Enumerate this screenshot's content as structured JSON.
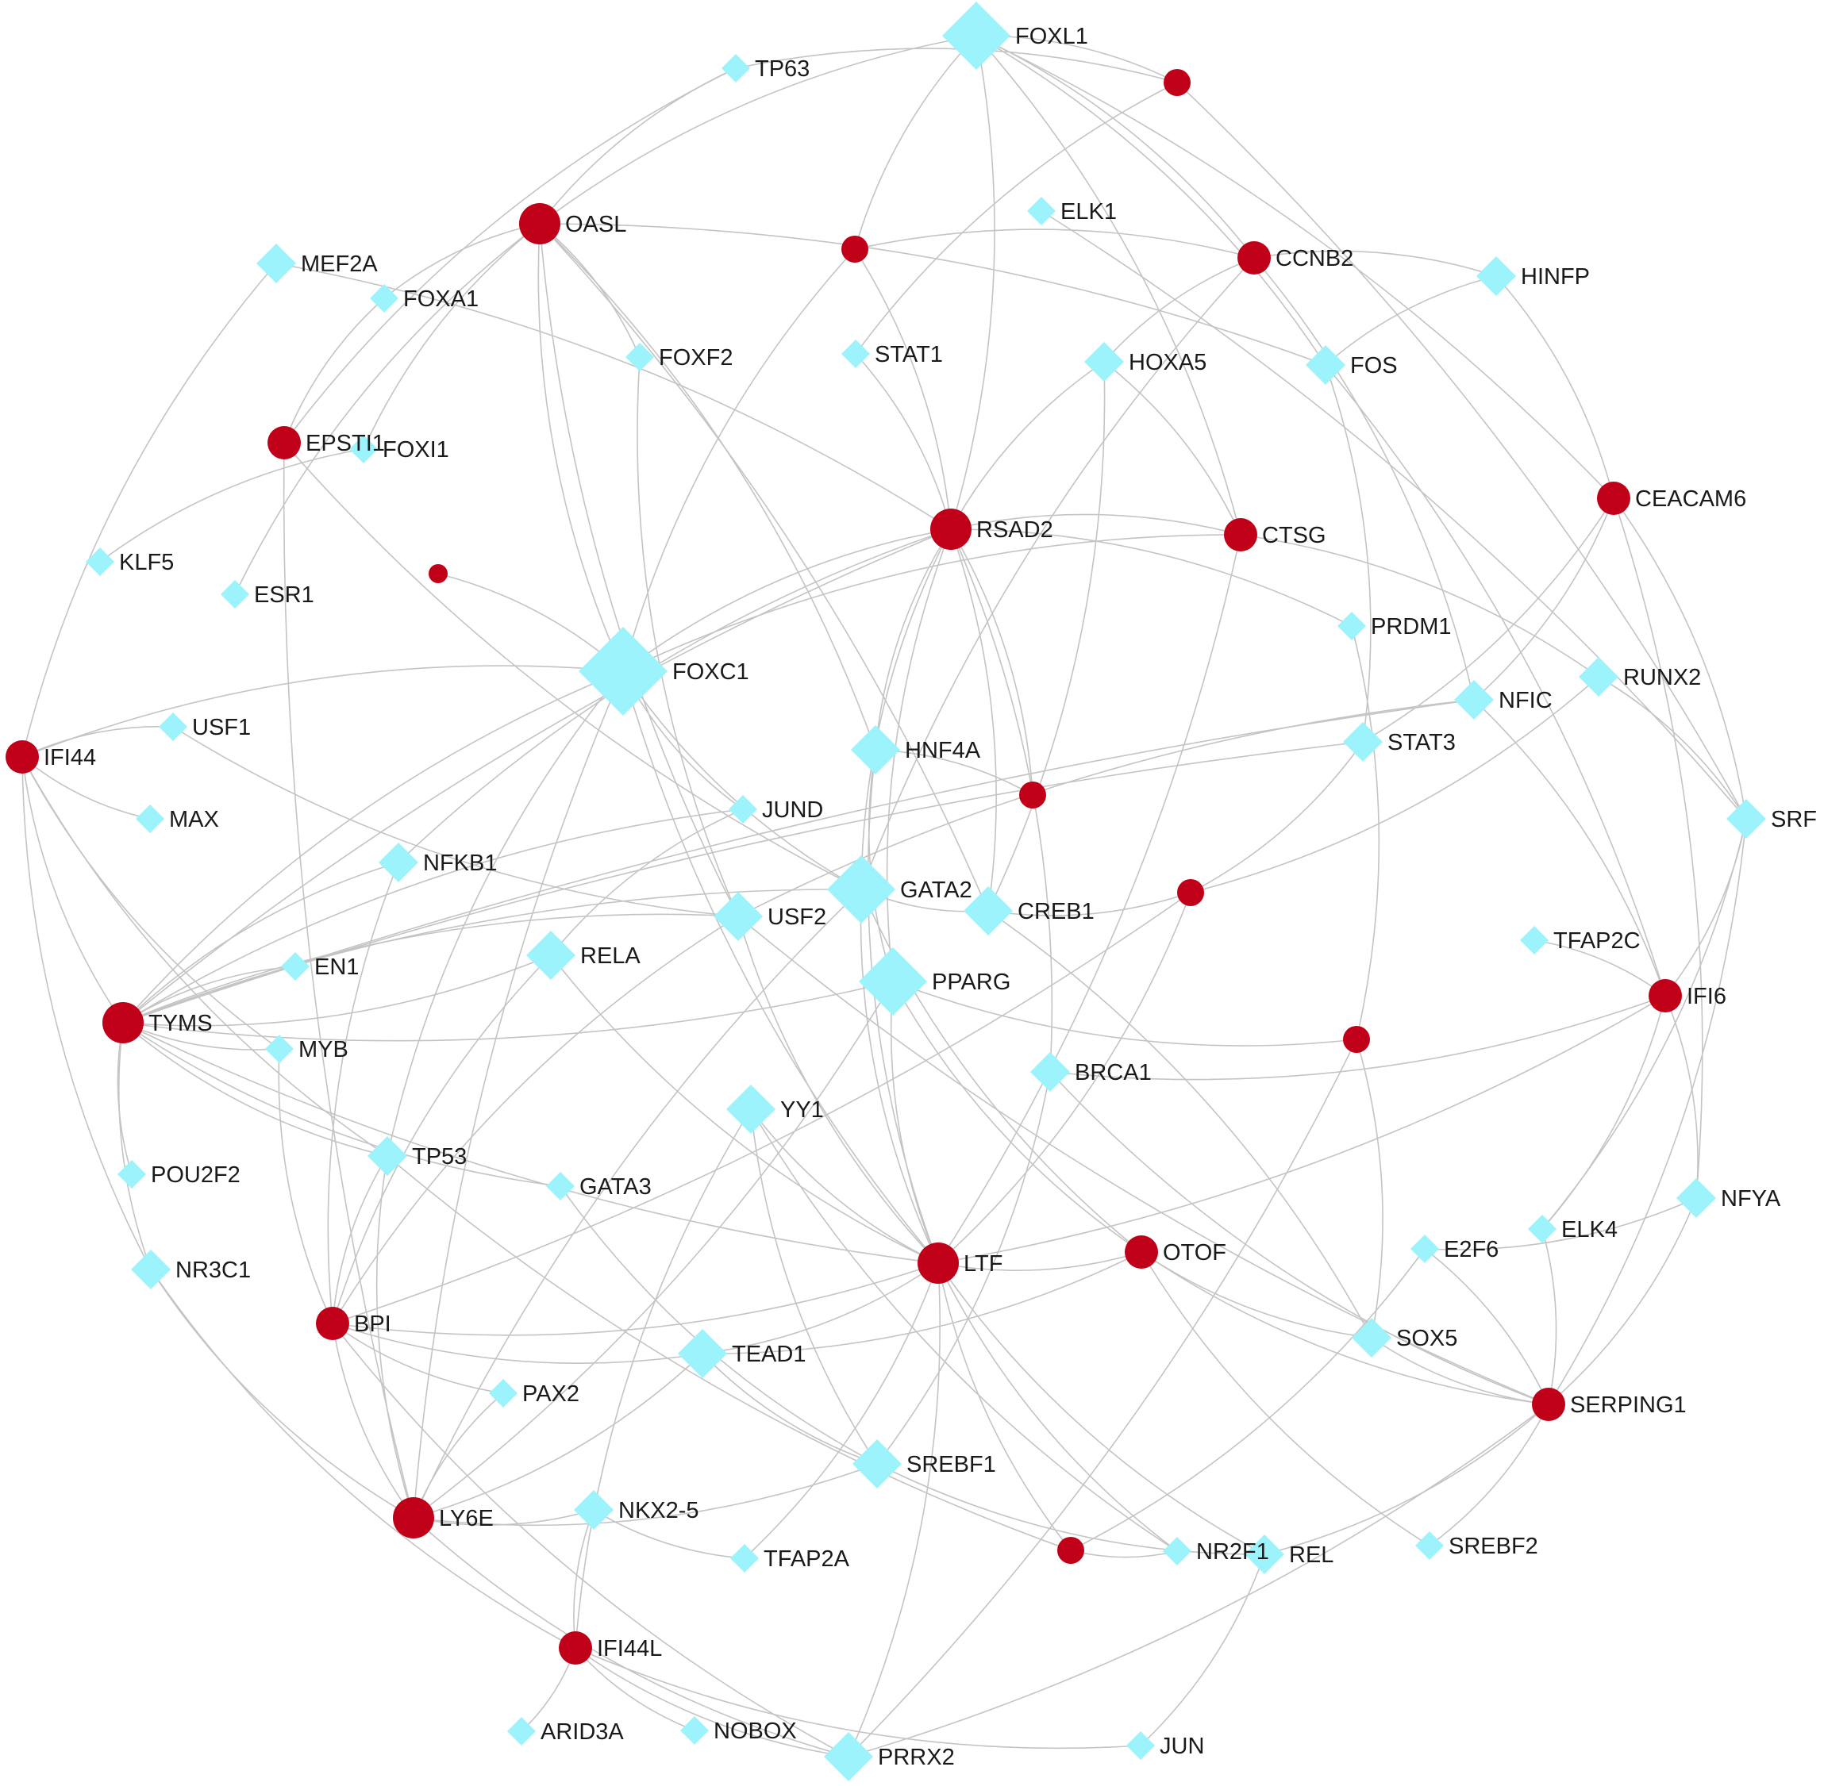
{
  "colors": {
    "gene": "#c00018",
    "tf": "#9cf3fb",
    "edge": "#c4c4c4"
  },
  "nodes": [
    {
      "id": "FOXL1",
      "type": "tf",
      "size": "xl",
      "label": "FOXL1"
    },
    {
      "id": "TP63",
      "type": "tf",
      "size": "s",
      "label": "TP63"
    },
    {
      "id": "g_top",
      "type": "gene",
      "size": "s",
      "label": ""
    },
    {
      "id": "OASL",
      "type": "gene",
      "size": "l",
      "label": "OASL"
    },
    {
      "id": "ELK1",
      "type": "tf",
      "size": "s",
      "label": "ELK1"
    },
    {
      "id": "MEF2A",
      "type": "tf",
      "size": "m",
      "label": "MEF2A"
    },
    {
      "id": "g_stat",
      "type": "gene",
      "size": "s",
      "label": ""
    },
    {
      "id": "CCNB2",
      "type": "gene",
      "size": "m",
      "label": "CCNB2"
    },
    {
      "id": "HINFP",
      "type": "tf",
      "size": "m",
      "label": "HINFP"
    },
    {
      "id": "FOXA1",
      "type": "tf",
      "size": "s",
      "label": "FOXA1"
    },
    {
      "id": "FOXF2",
      "type": "tf",
      "size": "s",
      "label": "FOXF2"
    },
    {
      "id": "STAT1",
      "type": "tf",
      "size": "s",
      "label": "STAT1"
    },
    {
      "id": "HOXA5",
      "type": "tf",
      "size": "m",
      "label": "HOXA5"
    },
    {
      "id": "FOS",
      "type": "tf",
      "size": "m",
      "label": "FOS"
    },
    {
      "id": "EPSTI1",
      "type": "gene",
      "size": "m",
      "label": "EPSTI1"
    },
    {
      "id": "FOXI1",
      "type": "tf",
      "size": "s",
      "label": "FOXI1"
    },
    {
      "id": "CEACAM6",
      "type": "gene",
      "size": "m",
      "label": "CEACAM6"
    },
    {
      "id": "RSAD2",
      "type": "gene",
      "size": "l",
      "label": "RSAD2"
    },
    {
      "id": "CTSG",
      "type": "gene",
      "size": "m",
      "label": "CTSG"
    },
    {
      "id": "KLF5",
      "type": "tf",
      "size": "s",
      "label": "KLF5"
    },
    {
      "id": "ESR1",
      "type": "tf",
      "size": "s",
      "label": "ESR1"
    },
    {
      "id": "g_small",
      "type": "gene",
      "size": "xs",
      "label": ""
    },
    {
      "id": "PRDM1",
      "type": "tf",
      "size": "s",
      "label": "PRDM1"
    },
    {
      "id": "FOXC1",
      "type": "tf",
      "size": "xxl",
      "label": "FOXC1"
    },
    {
      "id": "RUNX2",
      "type": "tf",
      "size": "m",
      "label": "RUNX2"
    },
    {
      "id": "NFIC",
      "type": "tf",
      "size": "m",
      "label": "NFIC"
    },
    {
      "id": "USF1",
      "type": "tf",
      "size": "s",
      "label": "USF1"
    },
    {
      "id": "IFI44",
      "type": "gene",
      "size": "m",
      "label": "IFI44"
    },
    {
      "id": "HNF4A",
      "type": "tf",
      "size": "l",
      "label": "HNF4A"
    },
    {
      "id": "STAT3",
      "type": "tf",
      "size": "m",
      "label": "STAT3"
    },
    {
      "id": "g_hnf",
      "type": "gene",
      "size": "s",
      "label": ""
    },
    {
      "id": "JUND",
      "type": "tf",
      "size": "s",
      "label": "JUND"
    },
    {
      "id": "MAX",
      "type": "tf",
      "size": "s",
      "label": "MAX"
    },
    {
      "id": "SRF",
      "type": "tf",
      "size": "m",
      "label": "SRF"
    },
    {
      "id": "NFKB1",
      "type": "tf",
      "size": "m",
      "label": "NFKB1"
    },
    {
      "id": "GATA2",
      "type": "tf",
      "size": "xl",
      "label": "GATA2"
    },
    {
      "id": "CREB1",
      "type": "tf",
      "size": "l",
      "label": "CREB1"
    },
    {
      "id": "g_creb",
      "type": "gene",
      "size": "s",
      "label": ""
    },
    {
      "id": "USF2",
      "type": "tf",
      "size": "l",
      "label": "USF2"
    },
    {
      "id": "RELA",
      "type": "tf",
      "size": "l",
      "label": "RELA"
    },
    {
      "id": "TFAP2C",
      "type": "tf",
      "size": "s",
      "label": "TFAP2C"
    },
    {
      "id": "EN1",
      "type": "tf",
      "size": "s",
      "label": "EN1"
    },
    {
      "id": "PPARG",
      "type": "tf",
      "size": "xl",
      "label": "PPARG"
    },
    {
      "id": "IFI6",
      "type": "gene",
      "size": "m",
      "label": "IFI6"
    },
    {
      "id": "TYMS",
      "type": "gene",
      "size": "l",
      "label": "TYMS"
    },
    {
      "id": "g_right",
      "type": "gene",
      "size": "s",
      "label": ""
    },
    {
      "id": "MYB",
      "type": "tf",
      "size": "s",
      "label": "MYB"
    },
    {
      "id": "BRCA1",
      "type": "tf",
      "size": "m",
      "label": "BRCA1"
    },
    {
      "id": "YY1",
      "type": "tf",
      "size": "l",
      "label": "YY1"
    },
    {
      "id": "TP53",
      "type": "tf",
      "size": "m",
      "label": "TP53"
    },
    {
      "id": "POU2F2",
      "type": "tf",
      "size": "s",
      "label": "POU2F2"
    },
    {
      "id": "GATA3",
      "type": "tf",
      "size": "s",
      "label": "GATA3"
    },
    {
      "id": "NFYA",
      "type": "tf",
      "size": "m",
      "label": "NFYA"
    },
    {
      "id": "ELK4",
      "type": "tf",
      "size": "s",
      "label": "ELK4"
    },
    {
      "id": "LTF",
      "type": "gene",
      "size": "l",
      "label": "LTF"
    },
    {
      "id": "OTOF",
      "type": "gene",
      "size": "m",
      "label": "OTOF"
    },
    {
      "id": "E2F6",
      "type": "tf",
      "size": "s",
      "label": "E2F6"
    },
    {
      "id": "NR3C1",
      "type": "tf",
      "size": "m",
      "label": "NR3C1"
    },
    {
      "id": "BPI",
      "type": "gene",
      "size": "m",
      "label": "BPI"
    },
    {
      "id": "SOX5",
      "type": "tf",
      "size": "m",
      "label": "SOX5"
    },
    {
      "id": "TEAD1",
      "type": "tf",
      "size": "l",
      "label": "TEAD1"
    },
    {
      "id": "SERPING1",
      "type": "gene",
      "size": "m",
      "label": "SERPING1"
    },
    {
      "id": "PAX2",
      "type": "tf",
      "size": "s",
      "label": "PAX2"
    },
    {
      "id": "SREBF1",
      "type": "tf",
      "size": "l",
      "label": "SREBF1"
    },
    {
      "id": "NKX2-5",
      "type": "tf",
      "size": "m",
      "label": "NKX2-5"
    },
    {
      "id": "LY6E",
      "type": "gene",
      "size": "l",
      "label": "LY6E"
    },
    {
      "id": "TFAP2A",
      "type": "tf",
      "size": "s",
      "label": "TFAP2A"
    },
    {
      "id": "g_bottom",
      "type": "gene",
      "size": "s",
      "label": ""
    },
    {
      "id": "NR2F1",
      "type": "tf",
      "size": "s",
      "label": "NR2F1"
    },
    {
      "id": "REL",
      "type": "tf",
      "size": "m",
      "label": "REL"
    },
    {
      "id": "SREBF2",
      "type": "tf",
      "size": "s",
      "label": "SREBF2"
    },
    {
      "id": "IFI44L",
      "type": "gene",
      "size": "m",
      "label": "IFI44L"
    },
    {
      "id": "ARID3A",
      "type": "tf",
      "size": "s",
      "label": "ARID3A"
    },
    {
      "id": "NOBOX",
      "type": "tf",
      "size": "s",
      "label": "NOBOX"
    },
    {
      "id": "PRRX2",
      "type": "tf",
      "size": "l",
      "label": "PRRX2"
    },
    {
      "id": "JUN",
      "type": "tf",
      "size": "s",
      "label": "JUN"
    }
  ],
  "edges": [
    [
      "OASL",
      "TP63"
    ],
    [
      "OASL",
      "FOXL1"
    ],
    [
      "OASL",
      "FOXF2"
    ],
    [
      "OASL",
      "FOXC1"
    ],
    [
      "OASL",
      "FOXI1"
    ],
    [
      "OASL",
      "ESR1"
    ],
    [
      "OASL",
      "HNF4A"
    ],
    [
      "OASL",
      "CREB1"
    ],
    [
      "OASL",
      "USF2"
    ],
    [
      "OASL",
      "FOXA1"
    ],
    [
      "OASL",
      "FOS"
    ],
    [
      "TP63",
      "g_top"
    ],
    [
      "TP63",
      "EPSTI1"
    ],
    [
      "FOXL1",
      "g_top"
    ],
    [
      "FOXL1",
      "CCNB2"
    ],
    [
      "FOXL1",
      "CTSG"
    ],
    [
      "FOXL1",
      "CEACAM6"
    ],
    [
      "FOXL1",
      "g_stat"
    ],
    [
      "FOXL1",
      "RSAD2"
    ],
    [
      "FOXL1",
      "FOS"
    ],
    [
      "g_top",
      "SRF"
    ],
    [
      "g_top",
      "STAT1"
    ],
    [
      "g_stat",
      "CCNB2"
    ],
    [
      "g_stat",
      "RSAD2"
    ],
    [
      "g_stat",
      "FOXC1"
    ],
    [
      "ELK1",
      "SRF"
    ],
    [
      "CCNB2",
      "HINFP"
    ],
    [
      "CCNB2",
      "GATA2"
    ],
    [
      "CCNB2",
      "HOXA5"
    ],
    [
      "CCNB2",
      "NFIC"
    ],
    [
      "HINFP",
      "CEACAM6"
    ],
    [
      "HINFP",
      "FOS"
    ],
    [
      "MEF2A",
      "RSAD2"
    ],
    [
      "MEF2A",
      "IFI44"
    ],
    [
      "FOXA1",
      "EPSTI1"
    ],
    [
      "FOXF2",
      "USF2"
    ],
    [
      "STAT1",
      "RSAD2"
    ],
    [
      "HOXA5",
      "RSAD2"
    ],
    [
      "HOXA5",
      "CTSG"
    ],
    [
      "HOXA5",
      "CREB1"
    ],
    [
      "FOS",
      "IFI6"
    ],
    [
      "FOS",
      "STAT3"
    ],
    [
      "EPSTI1",
      "GATA2"
    ],
    [
      "EPSTI1",
      "LY6E"
    ],
    [
      "FOXI1",
      "KLF5"
    ],
    [
      "RSAD2",
      "CTSG"
    ],
    [
      "RSAD2",
      "PRDM1"
    ],
    [
      "RSAD2",
      "FOXC1"
    ],
    [
      "RSAD2",
      "GATA2"
    ],
    [
      "RSAD2",
      "PPARG"
    ],
    [
      "RSAD2",
      "TYMS"
    ],
    [
      "RSAD2",
      "NFKB1"
    ],
    [
      "RSAD2",
      "HNF4A"
    ],
    [
      "RSAD2",
      "g_hnf"
    ],
    [
      "RSAD2",
      "BRCA1"
    ],
    [
      "RSAD2",
      "CREB1"
    ],
    [
      "CTSG",
      "RUNX2"
    ],
    [
      "CTSG",
      "FOXC1"
    ],
    [
      "CTSG",
      "LTF"
    ],
    [
      "CEACAM6",
      "NFIC"
    ],
    [
      "CEACAM6",
      "STAT3"
    ],
    [
      "CEACAM6",
      "SRF"
    ],
    [
      "CEACAM6",
      "NFYA"
    ],
    [
      "PRDM1",
      "g_right"
    ],
    [
      "FOXC1",
      "IFI44"
    ],
    [
      "FOXC1",
      "g_small"
    ],
    [
      "FOXC1",
      "JUND"
    ],
    [
      "FOXC1",
      "GATA2"
    ],
    [
      "FOXC1",
      "LTF"
    ],
    [
      "FOXC1",
      "TP53"
    ],
    [
      "FOXC1",
      "TYMS"
    ],
    [
      "FOXC1",
      "LY6E"
    ],
    [
      "RUNX2",
      "SRF"
    ],
    [
      "RUNX2",
      "g_creb"
    ],
    [
      "NFIC",
      "IFI6"
    ],
    [
      "NFIC",
      "TYMS"
    ],
    [
      "NFIC",
      "USF2"
    ],
    [
      "USF1",
      "IFI44"
    ],
    [
      "USF1",
      "USF2"
    ],
    [
      "IFI44",
      "MAX"
    ],
    [
      "IFI44",
      "TYMS"
    ],
    [
      "IFI44",
      "MYB"
    ],
    [
      "IFI44",
      "NR3C1"
    ],
    [
      "IFI44",
      "TP53"
    ],
    [
      "HNF4A",
      "g_hnf"
    ],
    [
      "HNF4A",
      "LTF"
    ],
    [
      "HNF4A",
      "PPARG"
    ],
    [
      "STAT3",
      "g_creb"
    ],
    [
      "STAT3",
      "TYMS"
    ],
    [
      "JUND",
      "TYMS"
    ],
    [
      "JUND",
      "RELA"
    ],
    [
      "SRF",
      "IFI6"
    ],
    [
      "SRF",
      "SERPING1"
    ],
    [
      "SRF",
      "ELK4"
    ],
    [
      "NFKB1",
      "TYMS"
    ],
    [
      "NFKB1",
      "BPI"
    ],
    [
      "GATA2",
      "CREB1"
    ],
    [
      "GATA2",
      "TYMS"
    ],
    [
      "GATA2",
      "LTF"
    ],
    [
      "GATA2",
      "LY6E"
    ],
    [
      "GATA2",
      "OTOF"
    ],
    [
      "CREB1",
      "g_creb"
    ],
    [
      "CREB1",
      "SOX5"
    ],
    [
      "g_creb",
      "LTF"
    ],
    [
      "g_creb",
      "BPI"
    ],
    [
      "USF2",
      "TYMS"
    ],
    [
      "USF2",
      "LTF"
    ],
    [
      "USF2",
      "BPI"
    ],
    [
      "USF2",
      "SERPING1"
    ],
    [
      "RELA",
      "LTF"
    ],
    [
      "RELA",
      "TYMS"
    ],
    [
      "RELA",
      "BPI"
    ],
    [
      "TFAP2C",
      "IFI6"
    ],
    [
      "EN1",
      "TYMS"
    ],
    [
      "PPARG",
      "g_right"
    ],
    [
      "PPARG",
      "TYMS"
    ],
    [
      "PPARG",
      "LY6E"
    ],
    [
      "PPARG",
      "LTF"
    ],
    [
      "PPARG",
      "OTOF"
    ],
    [
      "IFI6",
      "BRCA1"
    ],
    [
      "IFI6",
      "ELK4"
    ],
    [
      "IFI6",
      "NFYA"
    ],
    [
      "IFI6",
      "LTF"
    ],
    [
      "TYMS",
      "MYB"
    ],
    [
      "TYMS",
      "TP53"
    ],
    [
      "TYMS",
      "POU2F2"
    ],
    [
      "TYMS",
      "GATA3"
    ],
    [
      "TYMS",
      "LTF"
    ],
    [
      "TYMS",
      "NR3C1"
    ],
    [
      "g_right",
      "SOX5"
    ],
    [
      "g_right",
      "PRRX2"
    ],
    [
      "MYB",
      "BPI"
    ],
    [
      "BRCA1",
      "SREBF1"
    ],
    [
      "BRCA1",
      "SERPING1"
    ],
    [
      "YY1",
      "LTF"
    ],
    [
      "YY1",
      "IFI44L"
    ],
    [
      "YY1",
      "SREBF1"
    ],
    [
      "YY1",
      "NR2F1"
    ],
    [
      "TP53",
      "BPI"
    ],
    [
      "TP53",
      "LY6E"
    ],
    [
      "TP53",
      "g_bottom"
    ],
    [
      "GATA3",
      "SREBF1"
    ],
    [
      "NFYA",
      "E2F6"
    ],
    [
      "NFYA",
      "SERPING1"
    ],
    [
      "ELK4",
      "SERPING1"
    ],
    [
      "LTF",
      "OTOF"
    ],
    [
      "LTF",
      "BPI"
    ],
    [
      "LTF",
      "TEAD1"
    ],
    [
      "LTF",
      "NR2F1"
    ],
    [
      "LTF",
      "g_bottom"
    ],
    [
      "LTF",
      "TFAP2A"
    ],
    [
      "LTF",
      "PRRX2"
    ],
    [
      "LTF",
      "REL"
    ],
    [
      "OTOF",
      "TEAD1"
    ],
    [
      "OTOF",
      "SOX5"
    ],
    [
      "OTOF",
      "SREBF2"
    ],
    [
      "OTOF",
      "SERPING1"
    ],
    [
      "E2F6",
      "SERPING1"
    ],
    [
      "E2F6",
      "g_bottom"
    ],
    [
      "NR3C1",
      "LY6E"
    ],
    [
      "NR3C1",
      "IFI44L"
    ],
    [
      "BPI",
      "TEAD1"
    ],
    [
      "BPI",
      "PAX2"
    ],
    [
      "BPI",
      "LY6E"
    ],
    [
      "BPI",
      "PRRX2"
    ],
    [
      "SOX5",
      "SERPING1"
    ],
    [
      "TEAD1",
      "SREBF1"
    ],
    [
      "TEAD1",
      "LY6E"
    ],
    [
      "SERPING1",
      "REL"
    ],
    [
      "SERPING1",
      "PRRX2"
    ],
    [
      "SERPING1",
      "SREBF2"
    ],
    [
      "PAX2",
      "LY6E"
    ],
    [
      "SREBF1",
      "LY6E"
    ],
    [
      "SREBF1",
      "REL"
    ],
    [
      "NKX2-5",
      "LY6E"
    ],
    [
      "NKX2-5",
      "IFI44L"
    ],
    [
      "NKX2-5",
      "TFAP2A"
    ],
    [
      "LY6E",
      "PRRX2"
    ],
    [
      "g_bottom",
      "NR2F1"
    ],
    [
      "REL",
      "JUN"
    ],
    [
      "IFI44L",
      "ARID3A"
    ],
    [
      "IFI44L",
      "NOBOX"
    ],
    [
      "IFI44L",
      "PRRX2"
    ],
    [
      "IFI44L",
      "JUN"
    ]
  ]
}
